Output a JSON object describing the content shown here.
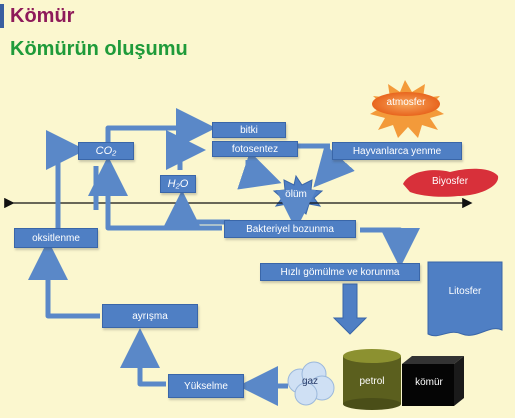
{
  "header": {
    "title": "Kömür",
    "subtitle": "Kömürün oluşumu"
  },
  "colors": {
    "background": "#fbf7cf",
    "box": "#4f7fc4",
    "title": "#8e1a5a",
    "subtitle": "#1f9b3a",
    "sun": "#f07a2a",
    "biyosfer": "#d8303a"
  },
  "nodes": {
    "bitki": "bitki",
    "fotosentez": "fotosentez",
    "co2": "CO₂",
    "h2o": "H₂O",
    "hayvanlarca_yenme": "Hayvanlarca yenme",
    "atmosfer": "atmosfer",
    "biyosfer": "Biyosfer",
    "olum": "ölüm",
    "bakteriyel_bozunma": "Bakteriyel bozunma",
    "hizli_gomulme": "Hızlı gömülme ve korunma",
    "litosfer": "Litosfer",
    "oksitlenme": "oksitlenme",
    "ayrisma": "ayrışma",
    "yukselme": "Yükselme",
    "gaz": "gaz",
    "petrol": "petrol",
    "komur": "kömür"
  }
}
